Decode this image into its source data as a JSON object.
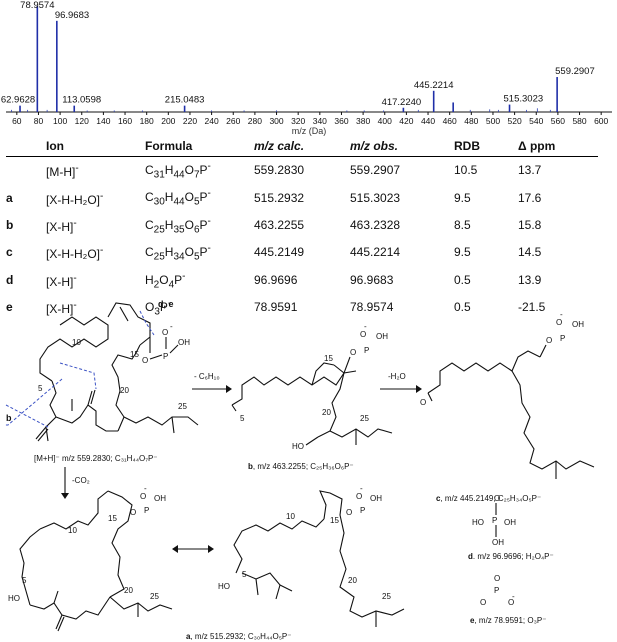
{
  "chart_data": {
    "type": "bar",
    "xlabel": "m/z (Da)",
    "xlim": [
      50,
      610
    ],
    "ylim": [
      0,
      100
    ],
    "xticks": [
      "60",
      "80",
      "100",
      "120",
      "140",
      "160",
      "180",
      "200",
      "220",
      "240",
      "260",
      "280",
      "300",
      "320",
      "340",
      "360",
      "380",
      "400",
      "420",
      "440",
      "460",
      "480",
      "500",
      "520",
      "540",
      "560",
      "580",
      "600"
    ],
    "peaks": [
      {
        "mz": 62.9628,
        "intensity": 6,
        "label": "62.9628"
      },
      {
        "mz": 78.9574,
        "intensity": 100,
        "label": "78.9574"
      },
      {
        "mz": 96.9683,
        "intensity": 86,
        "label": "96.9683"
      },
      {
        "mz": 113.0598,
        "intensity": 6,
        "label": "113.0598"
      },
      {
        "mz": 215.0483,
        "intensity": 6,
        "label": "215.0483"
      },
      {
        "mz": 417.224,
        "intensity": 4,
        "label": "417.2240"
      },
      {
        "mz": 445.2214,
        "intensity": 20,
        "label": "445.2214"
      },
      {
        "mz": 463.2328,
        "intensity": 9,
        "label": ""
      },
      {
        "mz": 515.3023,
        "intensity": 7,
        "label": "515.3023"
      },
      {
        "mz": 559.2907,
        "intensity": 33,
        "label": "559.2907"
      }
    ],
    "noise": [
      {
        "mz": 55,
        "intensity": 2
      },
      {
        "mz": 70,
        "intensity": 2
      },
      {
        "mz": 88,
        "intensity": 2
      },
      {
        "mz": 125,
        "intensity": 1.5
      },
      {
        "mz": 150,
        "intensity": 1.5
      },
      {
        "mz": 176,
        "intensity": 1.5
      },
      {
        "mz": 240,
        "intensity": 1.5
      },
      {
        "mz": 270,
        "intensity": 1.5
      },
      {
        "mz": 300,
        "intensity": 1.5
      },
      {
        "mz": 365,
        "intensity": 1.5
      },
      {
        "mz": 381,
        "intensity": 1.5
      },
      {
        "mz": 399,
        "intensity": 1.5
      },
      {
        "mz": 431,
        "intensity": 2
      },
      {
        "mz": 479,
        "intensity": 2
      },
      {
        "mz": 497,
        "intensity": 2.5
      },
      {
        "mz": 505,
        "intensity": 2
      },
      {
        "mz": 531,
        "intensity": 2
      },
      {
        "mz": 541,
        "intensity": 3.5
      },
      {
        "mz": 553,
        "intensity": 2
      }
    ]
  },
  "table": {
    "headers": [
      "",
      "Ion",
      "Formula",
      "m/z calc.",
      "m/z obs.",
      "RDB",
      "Δ ppm"
    ],
    "rows": [
      {
        "label": "",
        "ion": "[M-H]",
        "ion_sup": "-",
        "formula": [
          [
            "C",
            ""
          ],
          [
            "31",
            "sub"
          ],
          [
            "H",
            ""
          ],
          [
            "44",
            "sub"
          ],
          [
            "O",
            ""
          ],
          [
            "7",
            "sub"
          ],
          [
            "P",
            ""
          ],
          [
            "-",
            "sup"
          ]
        ],
        "calc": "559.2830",
        "obs": "559.2907",
        "rdb": "10.5",
        "ppm": "13.7"
      },
      {
        "label": "a",
        "ion": "[X-H-H₂O]",
        "ion_sup": "-",
        "formula": [
          [
            "C",
            ""
          ],
          [
            "30",
            "sub"
          ],
          [
            "H",
            ""
          ],
          [
            "44",
            "sub"
          ],
          [
            "O",
            ""
          ],
          [
            "5",
            "sub"
          ],
          [
            "P",
            ""
          ],
          [
            "-",
            "sup"
          ]
        ],
        "calc": "515.2932",
        "obs": "515.3023",
        "rdb": "9.5",
        "ppm": "17.6"
      },
      {
        "label": "b",
        "ion": "[X-H]",
        "ion_sup": "-",
        "formula": [
          [
            "C",
            ""
          ],
          [
            "25",
            "sub"
          ],
          [
            "H",
            ""
          ],
          [
            "35",
            "sub"
          ],
          [
            "O",
            ""
          ],
          [
            "6",
            "sub"
          ],
          [
            "P",
            ""
          ],
          [
            "-",
            "sup"
          ]
        ],
        "calc": "463.2255",
        "obs": "463.2328",
        "rdb": "8.5",
        "ppm": "15.8"
      },
      {
        "label": "c",
        "ion": "[X-H-H₂O]",
        "ion_sup": "-",
        "formula": [
          [
            "C",
            ""
          ],
          [
            "25",
            "sub"
          ],
          [
            "H",
            ""
          ],
          [
            "34",
            "sub"
          ],
          [
            "O",
            ""
          ],
          [
            "5",
            "sub"
          ],
          [
            "P",
            ""
          ],
          [
            "-",
            "sup"
          ]
        ],
        "calc": "445.2149",
        "obs": "445.2214",
        "rdb": "9.5",
        "ppm": "14.5"
      },
      {
        "label": "d",
        "ion": "[X-H]",
        "ion_sup": "-",
        "formula": [
          [
            "H",
            ""
          ],
          [
            "2",
            "sub"
          ],
          [
            "O",
            ""
          ],
          [
            "4",
            "sub"
          ],
          [
            "P",
            ""
          ],
          [
            "-",
            "sup"
          ]
        ],
        "calc": "96.9696",
        "obs": "96.9683",
        "rdb": "0.5",
        "ppm": "13.9"
      },
      {
        "label": "e",
        "ion": "[X-H]",
        "ion_sup": "-",
        "formula": [
          [
            "O",
            ""
          ],
          [
            "3",
            "sub"
          ],
          [
            "P",
            ""
          ],
          [
            "-",
            "sup"
          ]
        ],
        "calc": "78.9591",
        "obs": "78.9574",
        "rdb": "0.5",
        "ppm": "-21.5"
      }
    ]
  },
  "scheme": {
    "de_label": "d, e",
    "b_label": "b",
    "parent_caption": "[M+H]⁻ m/z  559.2830; C₃₁H₄₄O₇P⁻",
    "arrow1_label": "- C₆H₁₀",
    "arrow2_label": "-H₂O",
    "arrow3_label": "-CO₂",
    "b_caption_bold": "b",
    "b_caption": ", m/z 463.2255; C₂₅H₃₆O₆P⁻",
    "c_caption_bold": "c",
    "c_caption": ", m/z 445.2149; C₂₅H₃₄O₅P⁻",
    "d_caption_bold": "d",
    "d_caption": ". m/z 96.9696; H₂O₄P⁻",
    "e_caption_bold": "e",
    "e_caption": ", m/z 78.9591; O₃P⁻",
    "a_caption_bold": "a",
    "a_caption": ", m/z 515.2932; C₃₀H₄₄O₅P⁻",
    "atom_labels": {
      "O": "O",
      "P": "P",
      "OH": "OH",
      "HO": "HO",
      "minus": "-",
      "n5": "5",
      "n10": "10",
      "n15": "15",
      "n20": "20",
      "n25": "25"
    }
  }
}
